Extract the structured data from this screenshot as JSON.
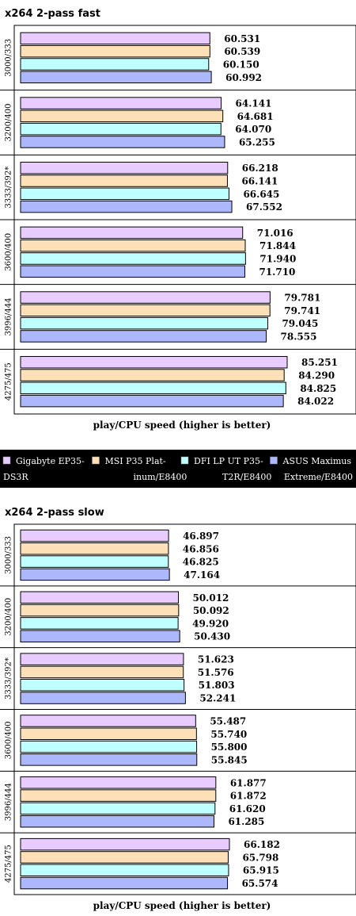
{
  "legend": {
    "background": "#000000",
    "items": [
      {
        "line1": "Gigabyte EP35-",
        "line2": "DS3R",
        "color": "#e8ccff"
      },
      {
        "line1": "MSI P35 Plat-",
        "line2": "inum/E8400",
        "color": "#fde0b8"
      },
      {
        "line1": "DFI LP UT P35-",
        "line2": "T2R/E8400",
        "color": "#c0ffff"
      },
      {
        "line1": "ASUS Maximus",
        "line2": "Extreme/E8400",
        "color": "#adb8fc"
      }
    ]
  },
  "chart_data": [
    {
      "type": "bar",
      "orientation": "horizontal",
      "title": "x264 2-pass fast",
      "xlabel": "play/CPU speed (higher is better)",
      "categories": [
        "3000/333",
        "3200/400",
        "3333/392*",
        "3600/400",
        "3996/444",
        "4275/475"
      ],
      "series": [
        {
          "name": "Gigabyte EP35-DS3R",
          "color": "#e8ccff",
          "values": [
            60.531,
            64.141,
            66.218,
            71.016,
            79.781,
            85.251
          ],
          "labels": [
            "60.531",
            "64.141",
            "66.218",
            "71.016",
            "79.781",
            "85.251"
          ]
        },
        {
          "name": "MSI P35 Platinum/E8400",
          "color": "#fde0b8",
          "values": [
            60.539,
            64.681,
            66.141,
            71.844,
            79.741,
            84.29
          ],
          "labels": [
            "60.539",
            "64.681",
            "66.141",
            "71.844",
            "79.741",
            "84.290"
          ]
        },
        {
          "name": "DFI LP UT P35-T2R/E8400",
          "color": "#c0ffff",
          "values": [
            60.15,
            64.07,
            66.645,
            71.94,
            79.045,
            84.825
          ],
          "labels": [
            "60.150",
            "64.070",
            "66.645",
            "71.940",
            "79.045",
            "84.825"
          ]
        },
        {
          "name": "ASUS Maximus Extreme/E8400",
          "color": "#adb8fc",
          "values": [
            60.992,
            65.255,
            67.552,
            71.71,
            78.555,
            84.022
          ],
          "labels": [
            "60.992",
            "65.255",
            "67.552",
            "71.710",
            "78.555",
            "84.022"
          ]
        }
      ],
      "xlim": [
        0,
        85.251
      ]
    },
    {
      "type": "bar",
      "orientation": "horizontal",
      "title": "x264 2-pass slow",
      "xlabel": "play/CPU speed (higher is better)",
      "categories": [
        "3000/333",
        "3200/400",
        "3333/392*",
        "3600/400",
        "3996/444",
        "4275/475"
      ],
      "series": [
        {
          "name": "Gigabyte EP35-DS3R",
          "color": "#e8ccff",
          "values": [
            46.897,
            50.012,
            51.623,
            55.487,
            61.877,
            66.182
          ],
          "labels": [
            "46.897",
            "50.012",
            "51.623",
            "55.487",
            "61.877",
            "66.182"
          ]
        },
        {
          "name": "MSI P35 Platinum/E8400",
          "color": "#fde0b8",
          "values": [
            46.856,
            50.092,
            51.576,
            55.74,
            61.872,
            65.798
          ],
          "labels": [
            "46.856",
            "50.092",
            "51.576",
            "55.740",
            "61.872",
            "65.798"
          ]
        },
        {
          "name": "DFI LP UT P35-T2R/E8400",
          "color": "#c0ffff",
          "values": [
            46.825,
            49.92,
            51.803,
            55.8,
            61.62,
            65.915
          ],
          "labels": [
            "46.825",
            "49.920",
            "51.803",
            "55.800",
            "61.620",
            "65.915"
          ]
        },
        {
          "name": "ASUS Maximus Extreme/E8400",
          "color": "#adb8fc",
          "values": [
            47.164,
            50.43,
            52.241,
            55.845,
            61.285,
            65.574
          ],
          "labels": [
            "47.164",
            "50.430",
            "52.241",
            "55.845",
            "61.285",
            "65.574"
          ]
        }
      ],
      "xlim": [
        0,
        66.182
      ]
    }
  ]
}
